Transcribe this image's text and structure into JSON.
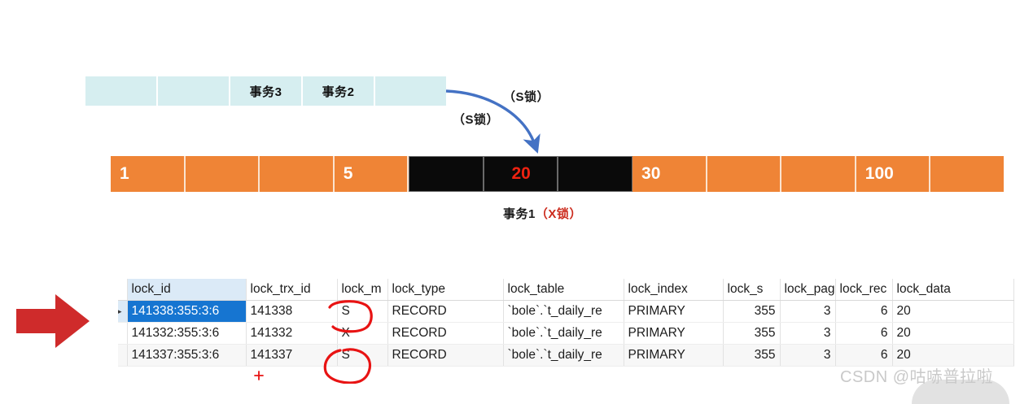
{
  "transaction_strip": {
    "cells": [
      {
        "label": ""
      },
      {
        "label": ""
      },
      {
        "label": "事务3"
      },
      {
        "label": "事务2"
      },
      {
        "label": ""
      }
    ]
  },
  "annotations": {
    "s_lock_upper": "（S锁）",
    "s_lock_lower": "（S锁）",
    "x_lock_caption_black": "事务1",
    "x_lock_caption_red": "（X锁）",
    "arrow_color_blue": "#4472c4",
    "arrow_color_red": "#cc2b2b"
  },
  "record_bar": {
    "cells": [
      {
        "value": "1",
        "style": "orange"
      },
      {
        "value": "",
        "style": "orange"
      },
      {
        "value": "",
        "style": "orange"
      },
      {
        "value": "5",
        "style": "orange"
      },
      {
        "value": "",
        "style": "black"
      },
      {
        "value": "20",
        "style": "black-highlight"
      },
      {
        "value": "",
        "style": "black"
      },
      {
        "value": "30",
        "style": "orange"
      },
      {
        "value": "",
        "style": "orange"
      },
      {
        "value": "",
        "style": "orange"
      },
      {
        "value": "100",
        "style": "orange"
      },
      {
        "value": "",
        "style": "orange"
      }
    ],
    "colors": {
      "orange": "#ef8436",
      "black": "#0a0a0a",
      "highlight_text": "#ee2211"
    }
  },
  "result_grid": {
    "columns": [
      "lock_id",
      "lock_trx_id",
      "lock_m",
      "lock_type",
      "lock_table",
      "lock_index",
      "lock_s",
      "lock_pag",
      "lock_rec",
      "lock_data"
    ],
    "rows": [
      {
        "marker": "▸",
        "selected": true,
        "lock_id": "141338:355:3:6",
        "lock_trx_id": "141338",
        "lock_m": "S",
        "lock_type": "RECORD",
        "lock_table": "`bole`.`t_daily_re",
        "lock_index": "PRIMARY",
        "lock_s": "355",
        "lock_pag": "3",
        "lock_rec": "6",
        "lock_data": "20"
      },
      {
        "marker": "",
        "selected": false,
        "lock_id": "141332:355:3:6",
        "lock_trx_id": "141332",
        "lock_m": "X",
        "lock_type": "RECORD",
        "lock_table": "`bole`.`t_daily_re",
        "lock_index": "PRIMARY",
        "lock_s": "355",
        "lock_pag": "3",
        "lock_rec": "6",
        "lock_data": "20"
      },
      {
        "marker": "",
        "selected": false,
        "lock_id": "141337:355:3:6",
        "lock_trx_id": "141337",
        "lock_m": "S",
        "lock_type": "RECORD",
        "lock_table": "`bole`.`t_daily_re",
        "lock_index": "PRIMARY",
        "lock_s": "355",
        "lock_pag": "3",
        "lock_rec": "6",
        "lock_data": "20"
      }
    ]
  },
  "watermark": {
    "text": "CSDN @咕哧普拉啦"
  }
}
